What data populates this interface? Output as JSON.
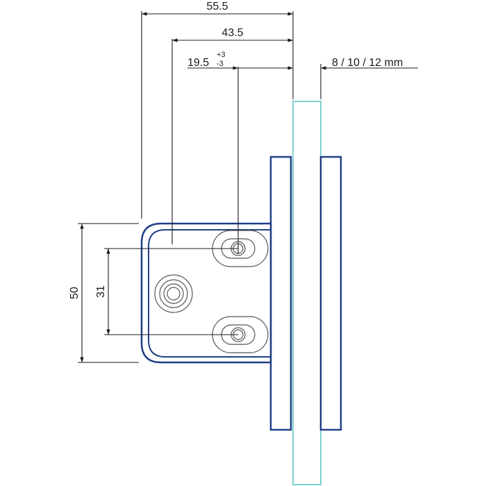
{
  "dimensions": {
    "width_total": "55.5",
    "width_mid": "43.5",
    "hole_offset": "19.5",
    "hole_offset_tol_plus": "+3",
    "hole_offset_tol_minus": "-3",
    "glass_thickness": "8 / 10 / 12 mm",
    "height_total": "50",
    "hole_spacing": "31"
  },
  "colors": {
    "outline": "#1f3f86",
    "glass": "#7fd0d0",
    "dimension_line": "#1a1a1a",
    "part_detail": "#555555",
    "background": "#ffffff"
  }
}
